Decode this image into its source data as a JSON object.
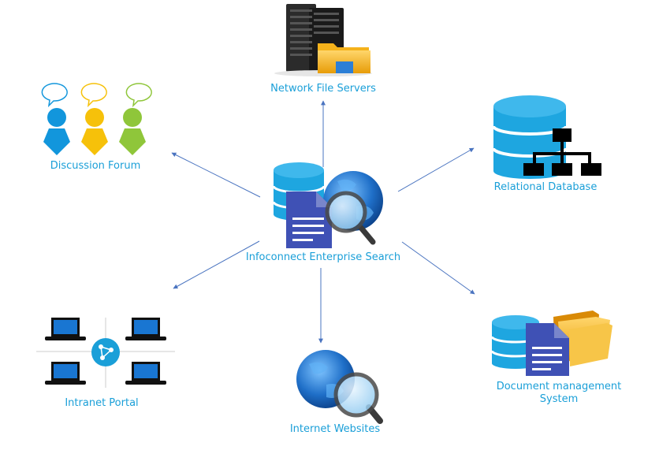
{
  "center": {
    "label": "Infoconnect Enterprise Search"
  },
  "nodes": {
    "network_file_servers": {
      "label": "Network File Servers"
    },
    "discussion_forum": {
      "label": "Discussion Forum"
    },
    "relational_database": {
      "label": "Relational Database"
    },
    "intranet_portal": {
      "label": "Intranet Portal"
    },
    "internet_websites": {
      "label": "Internet Websites"
    },
    "document_management_system": {
      "label": "Document management System"
    }
  },
  "colors": {
    "label_text": "#1a9fd8",
    "connector": "#4a74c0",
    "database": "#1ea6e0",
    "document": "#3f51b5",
    "globe": "#1f6fc8",
    "folder": "#f5b21b",
    "person_blue": "#1296dc",
    "person_yellow": "#f6c10a",
    "person_green": "#8fc63a",
    "server": "#2b2b2b"
  }
}
